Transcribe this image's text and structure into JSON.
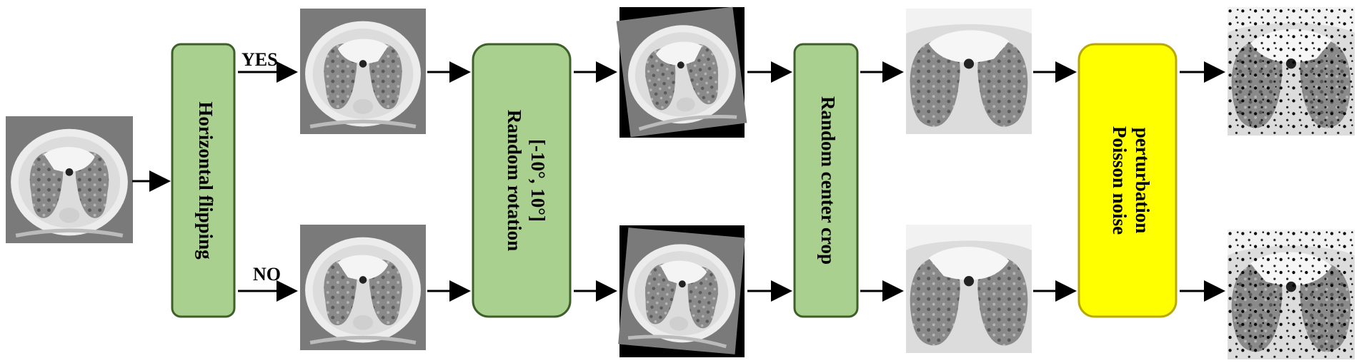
{
  "diagram": {
    "steps": [
      {
        "id": "flip",
        "label": "Horizontal  flipping",
        "color": "#a9d08e",
        "border": "#3f5f2a"
      },
      {
        "id": "rotate",
        "lines": [
          "Random rotation",
          "[-10°, 10°]"
        ],
        "color": "#a9d08e",
        "border": "#3f5f2a"
      },
      {
        "id": "crop",
        "label": "Random center crop",
        "color": "#a9d08e",
        "border": "#3f5f2a"
      },
      {
        "id": "noise",
        "lines": [
          "Poisson noise",
          "perturbation"
        ],
        "color": "#ffff00",
        "border": "#b8a800"
      }
    ],
    "branches": {
      "yes": "YES",
      "no": "NO"
    },
    "image_kind": "chest CT slice"
  }
}
